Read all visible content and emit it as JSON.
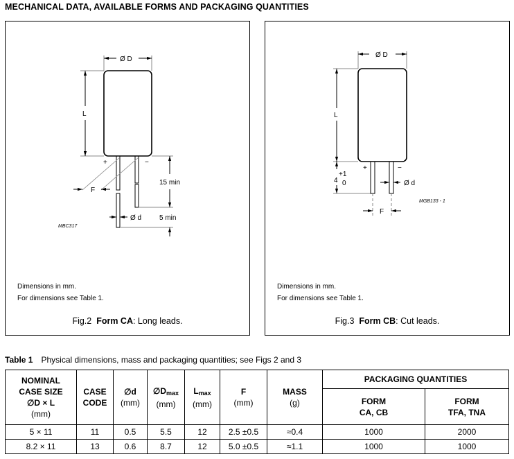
{
  "title": "MECHANICAL DATA, AVAILABLE FORMS AND PACKAGING QUANTITIES",
  "fig2": {
    "labels": {
      "diameter": "Ø D",
      "length": "L",
      "plus": "+",
      "minus": "−",
      "pitch": "F",
      "lead_diameter": "Ø d",
      "lead_15": "15 min",
      "lead_5": "5 min",
      "code": "MBC317"
    },
    "note1": "Dimensions in mm.",
    "note2": "For dimensions see Table 1.",
    "caption_num": "Fig.2",
    "caption_form": "Form CA",
    "caption_rest": ": Long leads."
  },
  "fig3": {
    "labels": {
      "diameter": "Ø D",
      "length": "L",
      "plus": "+",
      "minus": "−",
      "pitch": "F",
      "lead_diameter": "Ø d",
      "cut": "4",
      "tol_plus": "+1",
      "tol_minus": "0",
      "code": "MGB133 - 1"
    },
    "note1": "Dimensions in mm.",
    "note2": "For dimensions see Table 1.",
    "caption_num": "Fig.3",
    "caption_form": "Form CB",
    "caption_rest": ": Cut leads."
  },
  "table": {
    "label": "Table 1",
    "caption": "Physical dimensions, mass and packaging quantities; see Figs 2 and 3",
    "headers": {
      "case_size": [
        "NOMINAL",
        "CASE SIZE",
        "∅D × L",
        "(mm)"
      ],
      "case_code": [
        "CASE",
        "CODE"
      ],
      "d": [
        "∅d",
        "(mm)"
      ],
      "dmax": [
        "∅D",
        "max",
        "(mm)"
      ],
      "lmax": [
        "L",
        "max",
        "(mm)"
      ],
      "f": [
        "F",
        "(mm)"
      ],
      "mass": [
        "MASS",
        "(g)"
      ],
      "packaging": "PACKAGING QUANTITIES",
      "form_ca": [
        "FORM",
        "CA, CB"
      ],
      "form_tfa": [
        "FORM",
        "TFA, TNA"
      ]
    },
    "rows": [
      [
        "5 × 11",
        "11",
        "0.5",
        "5.5",
        "12",
        "2.5 ±0.5",
        "≈0.4",
        "1000",
        "2000"
      ],
      [
        "8.2 × 11",
        "13",
        "0.6",
        "8.7",
        "12",
        "5.0 ±0.5",
        "≈1.1",
        "1000",
        "1000"
      ]
    ]
  }
}
